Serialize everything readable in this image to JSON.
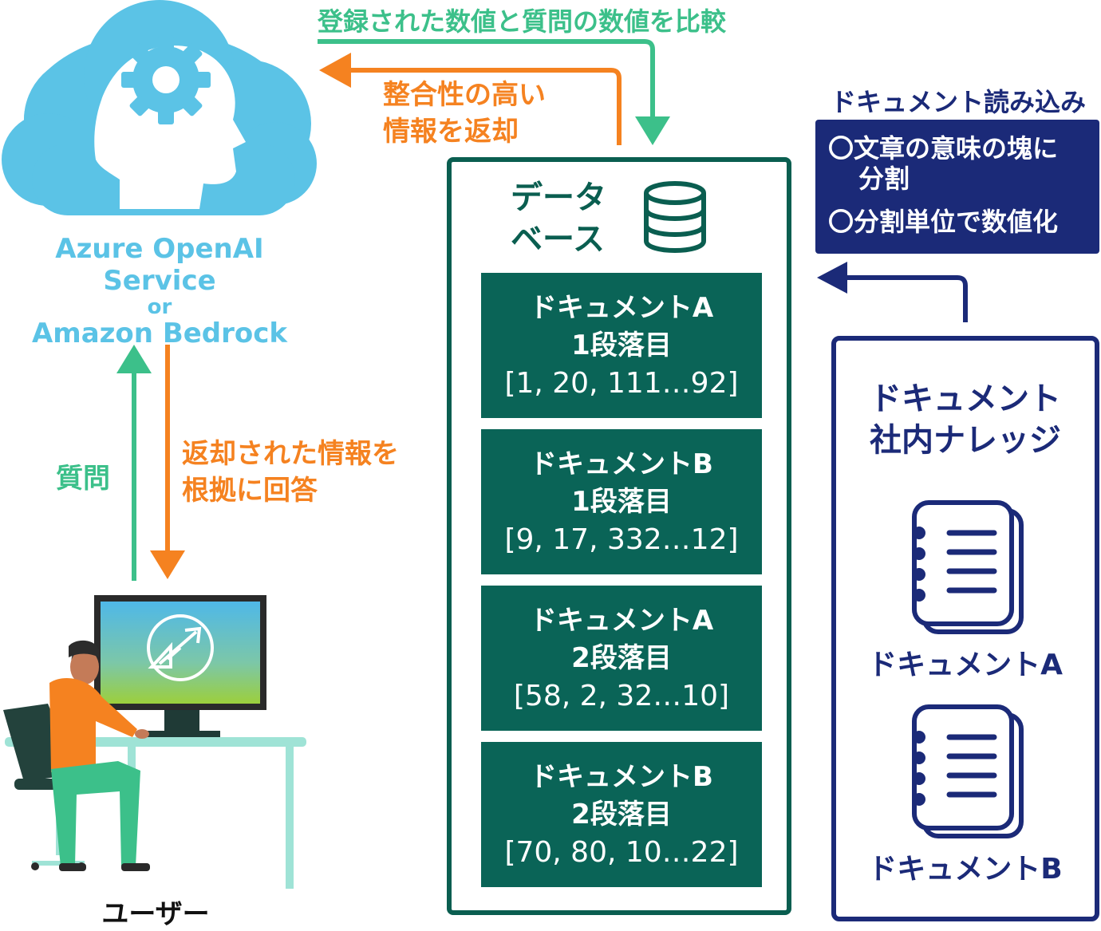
{
  "colors": {
    "cloud_blue": "#5bc3e6",
    "question_green": "#3cc08a",
    "answer_orange": "#f58220",
    "database_teal": "#0a5e50",
    "knowledge_navy": "#1b2a78"
  },
  "ai_service": {
    "icon": "brain-gear-cloud-icon",
    "line1": "Azure OpenAI Service",
    "line2": "or",
    "line3": "Amazon Bedrock"
  },
  "flows": {
    "compare": "登録された数値と質問の数値を比較",
    "return_line1": "整合性の高い",
    "return_line2": "情報を返却",
    "question": "質問",
    "answer_line1": "返却された情報を",
    "answer_line2": "根拠に回答"
  },
  "database": {
    "icon": "database-icon",
    "label_line1": "データ",
    "label_line2": "ベース",
    "records": [
      {
        "doc": "ドキュメントA",
        "para": "1段落目",
        "vector": "[1, 20, 111…92]"
      },
      {
        "doc": "ドキュメントB",
        "para": "1段落目",
        "vector": "[9, 17, 332…12]"
      },
      {
        "doc": "ドキュメントA",
        "para": "2段落目",
        "vector": "[58, 2, 32…10]"
      },
      {
        "doc": "ドキュメントB",
        "para": "2段落目",
        "vector": "[70, 80, 10…22]"
      }
    ]
  },
  "loading": {
    "title": "ドキュメント読み込み",
    "step1_line1": "〇文章の意味の塊に",
    "step1_line2": "分割",
    "step2": "〇分割単位で数値化"
  },
  "knowledge": {
    "title_line1": "ドキュメント",
    "title_line2": "社内ナレッジ",
    "docs": [
      {
        "icon": "notebook-icon",
        "label": "ドキュメントA"
      },
      {
        "icon": "notebook-icon",
        "label": "ドキュメントB"
      }
    ]
  },
  "user": {
    "icon": "user-at-computer-icon",
    "label": "ユーザー"
  }
}
